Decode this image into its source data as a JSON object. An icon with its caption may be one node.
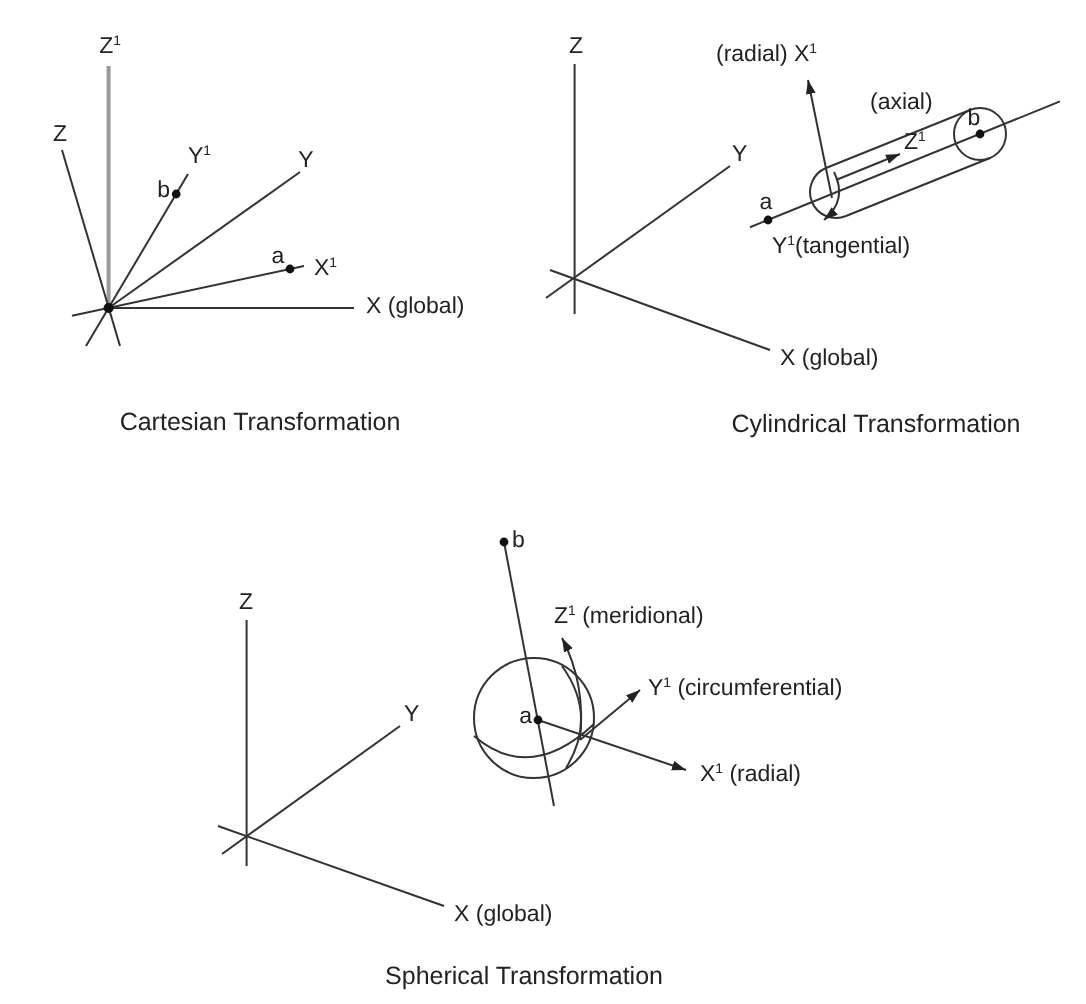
{
  "diagram": {
    "labels": [
      "Z$^{1}$",
      "Z",
      "Y$^{1}$",
      "b",
      "Y",
      "a",
      "X$^{1}$",
      "X (global)",
      "Cartesian Transformation",
      "Z",
      "(radial) X$^{1}$",
      "(axial)",
      "Y",
      "Z$^{1}$",
      "b",
      "a",
      "Y$^{1}$(tangential)",
      "X (global)",
      "Cylindrical Transformation",
      "b",
      "Z",
      "Z$^{1}$ (meridional)",
      "Y$^{1}$ (circumferential)",
      "Y",
      "a",
      "X$^{1}$ (radial)",
      "X (global)",
      "Spherical Transformation"
    ]
  }
}
